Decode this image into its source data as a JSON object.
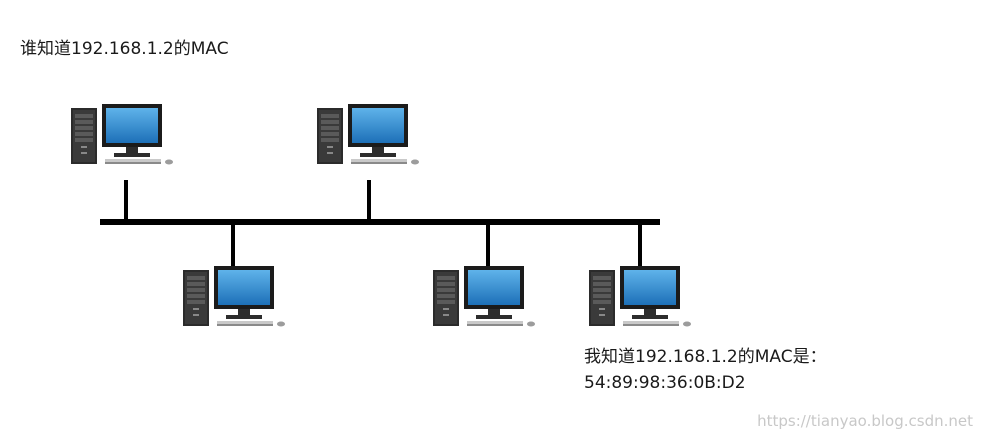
{
  "question_text": "谁知道192.168.1.2的MAC",
  "answer_text_line1": "我知道192.168.1.2的MAC是：",
  "answer_text_line2": "54:89:98:36:0B:D2",
  "watermark": "https://tianyao.blog.csdn.net",
  "colors": {
    "bus": "#000000",
    "screen_top": "#5fb3ea",
    "screen_bottom": "#1d70b8",
    "case": "#2b2b2b",
    "keyboard": "#c9c9c9"
  },
  "computers": [
    {
      "name": "pc-top-left",
      "icon": "desktop-computer-icon"
    },
    {
      "name": "pc-top-middle",
      "icon": "desktop-computer-icon"
    },
    {
      "name": "pc-bottom-left",
      "icon": "desktop-computer-icon"
    },
    {
      "name": "pc-bottom-middle",
      "icon": "desktop-computer-icon"
    },
    {
      "name": "pc-bottom-right",
      "icon": "desktop-computer-icon"
    }
  ]
}
